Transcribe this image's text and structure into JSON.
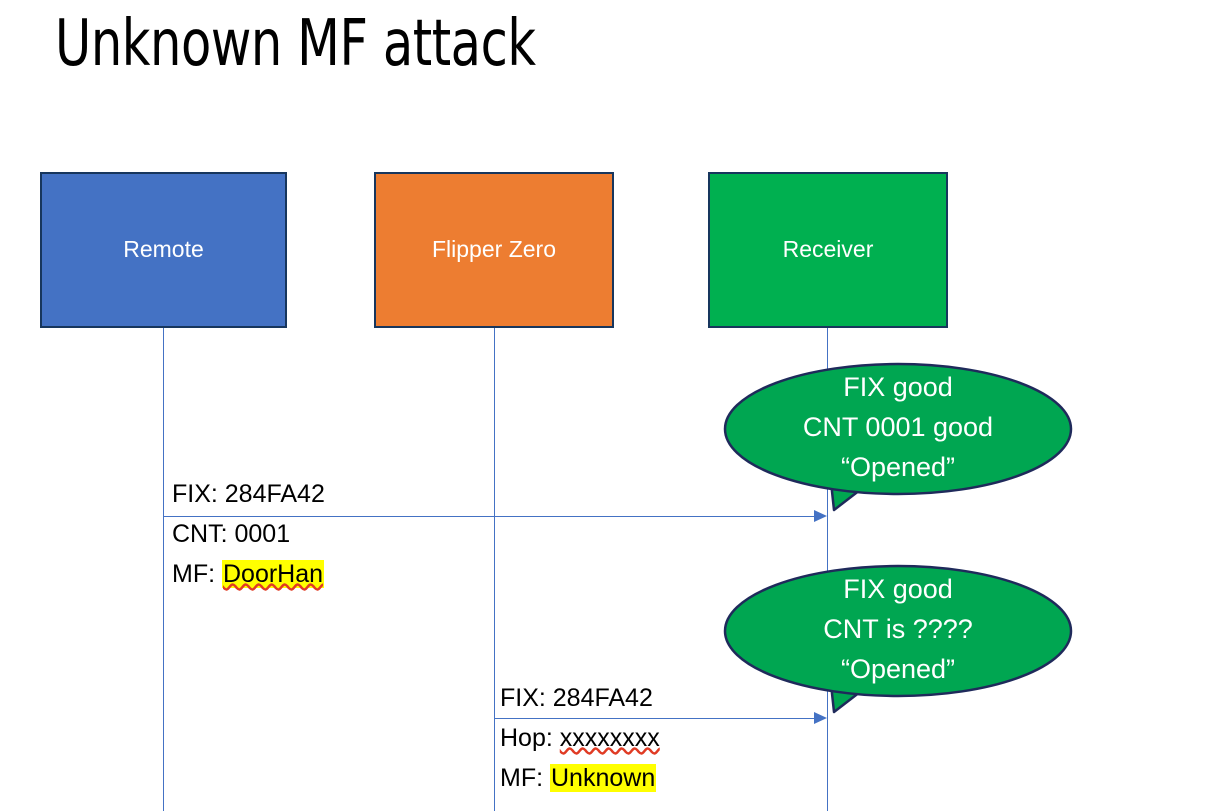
{
  "slide": {
    "title": "Unknown MF attack",
    "background": "#ffffff"
  },
  "colors": {
    "remote_fill": "#4472C4",
    "flipper_fill": "#ED7D31",
    "receiver_fill": "#00B050",
    "box_border": "#17365D",
    "lifeline": "#4472C4",
    "arrow": "#4472C4",
    "callout_fill": "#00A651",
    "callout_border": "#1F2A5B",
    "highlight": "#FFFF00",
    "spellcheck_underline": "#E03B24",
    "text": "#000000",
    "box_label_text": "#FFFFFF"
  },
  "actors": [
    {
      "id": "remote",
      "label": "Remote"
    },
    {
      "id": "flipper",
      "label": "Flipper Zero"
    },
    {
      "id": "receiver",
      "label": "Receiver"
    }
  ],
  "messages": [
    {
      "id": "message-1",
      "from": "remote",
      "to": "receiver",
      "lines": [
        {
          "text": "FIX: 284FA42",
          "highlight": false,
          "spellcheck": false
        },
        {
          "text": "CNT: 0001",
          "highlight": false,
          "spellcheck": false
        }
      ],
      "last_line": {
        "prefix": "MF: ",
        "value": "DoorHan",
        "highlight": true,
        "spellcheck": true
      }
    },
    {
      "id": "message-2",
      "from": "flipper",
      "to": "receiver",
      "lines": [
        {
          "text": "FIX: 284FA42",
          "highlight": false,
          "spellcheck": false
        }
      ],
      "hop_line": {
        "prefix": "Hop: ",
        "value": "xxxxxxxx",
        "highlight": false,
        "spellcheck": true
      },
      "last_line": {
        "prefix": "MF: ",
        "value": "Unknown",
        "highlight": true,
        "spellcheck": false
      }
    }
  ],
  "callouts": [
    {
      "id": "callout-1",
      "lines": [
        "FIX good",
        "CNT 0001 good",
        "“Opened”"
      ]
    },
    {
      "id": "callout-2",
      "lines": [
        "FIX good",
        "CNT is ????",
        "“Opened”"
      ]
    }
  ]
}
